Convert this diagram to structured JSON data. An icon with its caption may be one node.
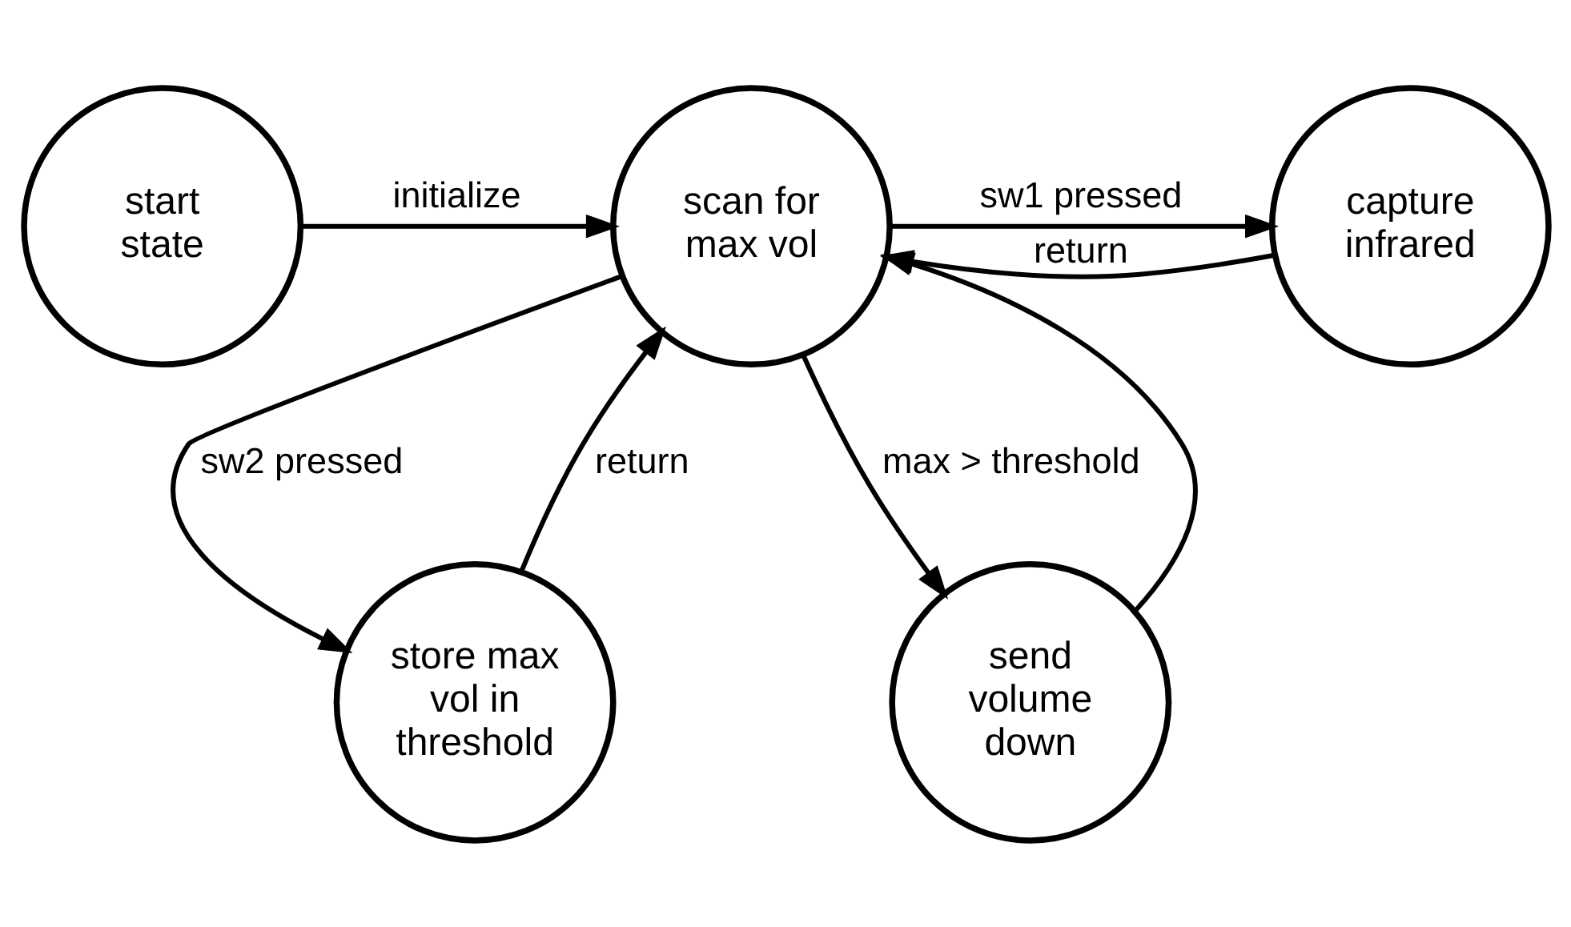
{
  "diagram": {
    "nodes": [
      {
        "text": [
          "start state"
        ]
      },
      {
        "text": [
          "scan for max vol"
        ]
      },
      {
        "text": [
          "capture infrared"
        ]
      },
      {
        "text": [
          "store max vol in threshold"
        ]
      },
      {
        "text": [
          "send volume down"
        ]
      }
    ],
    "edges": [
      {
        "from": 0,
        "to": 1,
        "arrow": "to",
        "label": "initialize"
      },
      {
        "from": 1,
        "to": 2,
        "arrow": "to",
        "label": "sw1 pressed"
      },
      {
        "from": 2,
        "to": 1,
        "arrow": "to",
        "label": "return"
      },
      {
        "from": 1,
        "to": 3,
        "arrow": "to",
        "label": "sw2 pressed"
      },
      {
        "from": 3,
        "to": 1,
        "arrow": "to",
        "label": "return"
      },
      {
        "from": 1,
        "to": 4,
        "arrow": "to",
        "label": "max > threshold"
      },
      {
        "from": 4,
        "to": 1,
        "arrow": "to"
      }
    ]
  }
}
